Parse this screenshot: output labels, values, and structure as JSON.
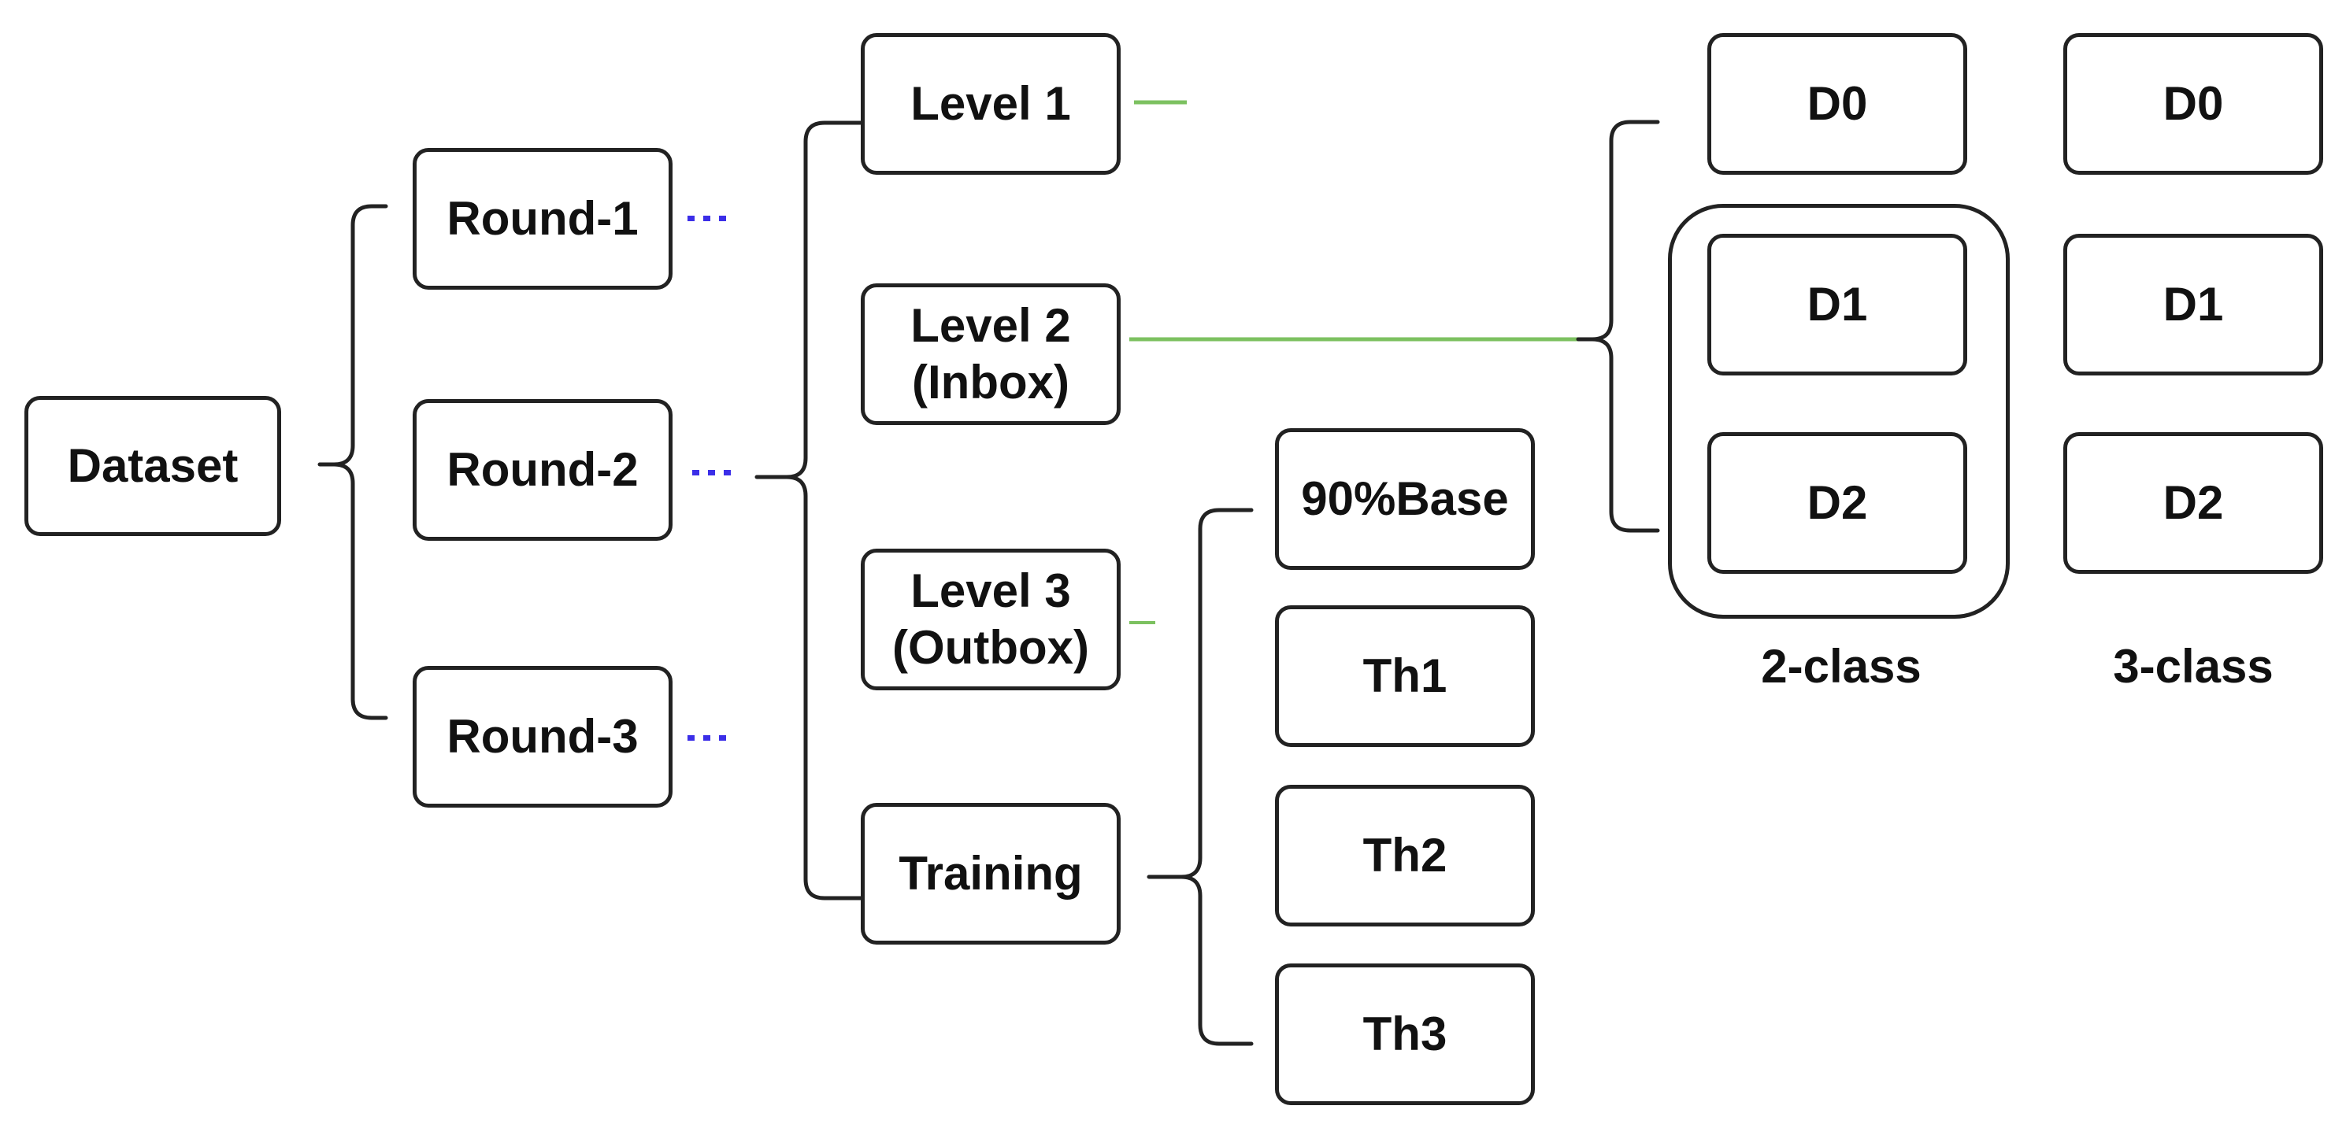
{
  "diagram": {
    "root": {
      "label": "Dataset"
    },
    "rounds": [
      {
        "label": "Round-1",
        "continuation": "..."
      },
      {
        "label": "Round-2",
        "continuation": "..."
      },
      {
        "label": "Round-3",
        "continuation": "..."
      }
    ],
    "levels": [
      {
        "line1": "Level 1",
        "line2": ""
      },
      {
        "line1": "Level 2",
        "line2": "(Inbox)"
      },
      {
        "line1": "Level 3",
        "line2": "(Outbox)"
      },
      {
        "line1": "Training",
        "line2": ""
      }
    ],
    "training_sets": [
      "90%Base",
      "Th1",
      "Th2",
      "Th3"
    ],
    "two_class": {
      "caption": "2-class",
      "classes": [
        "D0",
        "D1",
        "D2"
      ]
    },
    "three_class": {
      "caption": "3-class",
      "classes": [
        "D0",
        "D1",
        "D2"
      ]
    },
    "colors": {
      "box_border": "#222222",
      "bracket": "#222222",
      "connector_green": "#7cc160",
      "ellipsis_blue": "#3b2ee8"
    }
  }
}
